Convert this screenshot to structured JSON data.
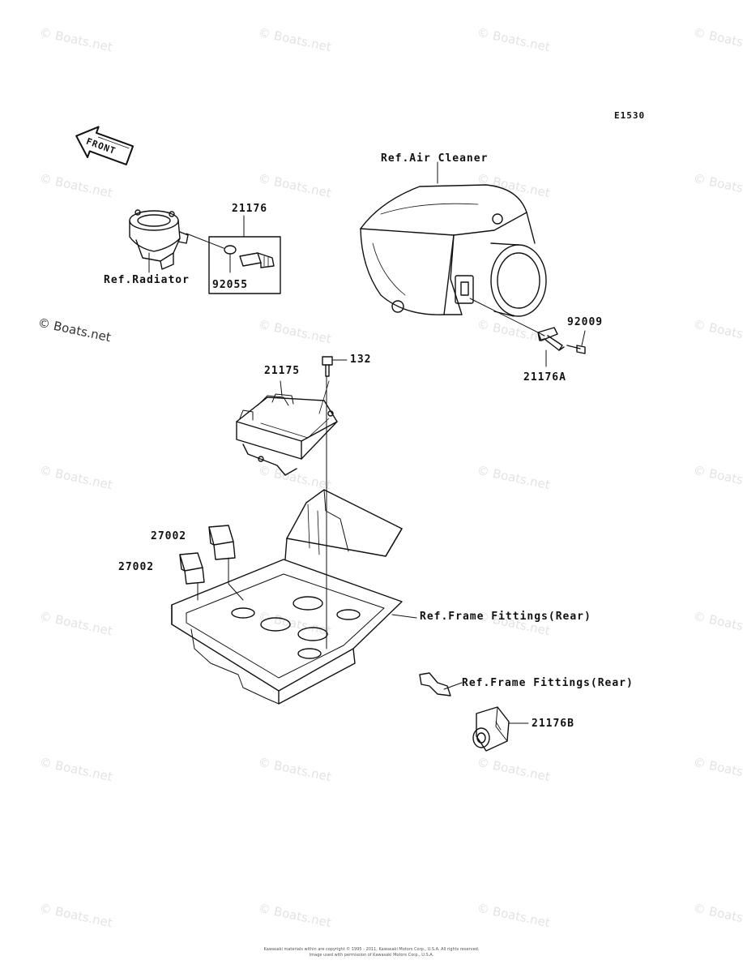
{
  "diagram": {
    "code": "E1530",
    "front_label": "FRONT",
    "labels": {
      "ref_air_cleaner": "Ref.Air Cleaner",
      "p21176": "21176",
      "ref_radiator": "Ref.Radiator",
      "p92055": "92055",
      "p92009": "92009",
      "p21176a": "21176A",
      "p132": "132",
      "p21175": "21175",
      "p27002_a": "27002",
      "p27002_b": "27002",
      "ref_frame_fittings_1": "Ref.Frame Fittings(Rear)",
      "ref_frame_fittings_2": "Ref.Frame Fittings(Rear)",
      "p21176b": "21176B"
    }
  },
  "watermark": {
    "text": "© Boats.net"
  },
  "footer": {
    "copyright_line1": "Kawasaki materials within are copyright © 1995 - 2011, Kawasaki Motors Corp., U.S.A. All rights reserved.",
    "copyright_line2": "Image used with permission of Kawasaki Motors Corp., U.S.A."
  }
}
